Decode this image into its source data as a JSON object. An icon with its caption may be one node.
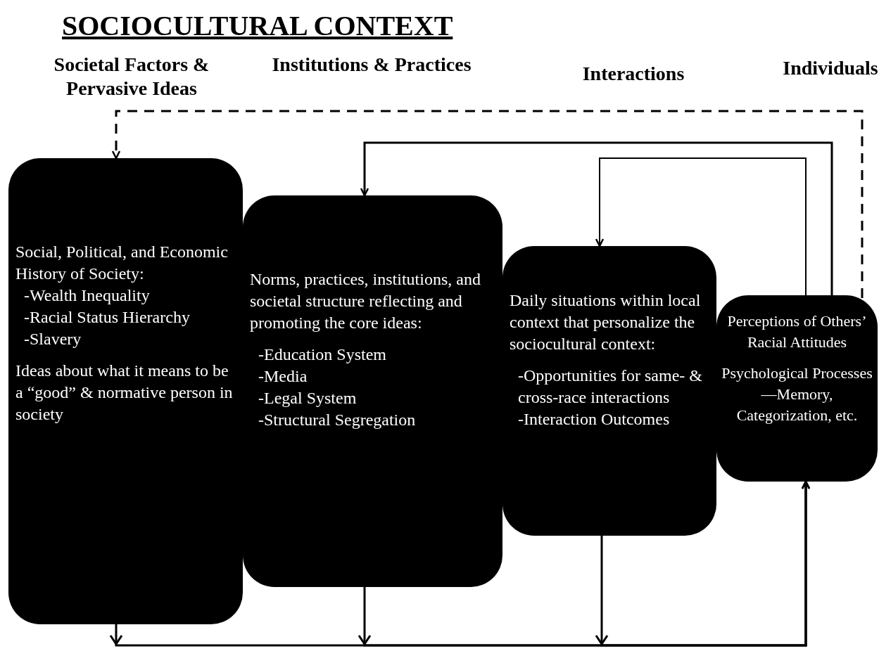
{
  "diagram": {
    "title": "SOCIOCULTURAL CONTEXT",
    "nodes": [
      {
        "text": [
          "Social, Political, and Economic History of Society:",
          "-Wealth Inequality",
          "-Racial Status Hierarchy",
          "-Slavery",
          "Ideas about what it means to be a “good” & normative person in society"
        ]
      },
      {
        "text": [
          "Norms, practices, institutions, and societal structure reflecting and promoting the core ideas:",
          "-Education System",
          "-Media",
          "-Legal System",
          "-Structural Segregation"
        ]
      },
      {
        "text": [
          "Daily situations within local context that personalize the sociocultural context:",
          "-Opportunities for same- & cross-race interactions",
          "-Interaction Outcomes"
        ]
      },
      {
        "text": [
          "Perceptions of Others’ Racial Attitudes",
          "Psychological Processes—Memory, Categorization, etc."
        ]
      }
    ],
    "edges": [
      {
        "from": 3,
        "to": 0,
        "arrow": "to",
        "style": "dashed"
      },
      {
        "from": 3,
        "to": 1,
        "arrow": "to"
      },
      {
        "from": 3,
        "to": 2,
        "arrow": "to"
      },
      {
        "from": 0,
        "to": 3,
        "arrow": "to"
      },
      {
        "from": 1,
        "to": 3,
        "arrow": "to"
      },
      {
        "from": 2,
        "to": 3,
        "arrow": "to"
      }
    ],
    "labels": [
      "Societal Factors & Pervasive Ideas",
      "Institutions & Practices",
      "Interactions",
      "Individuals"
    ]
  }
}
